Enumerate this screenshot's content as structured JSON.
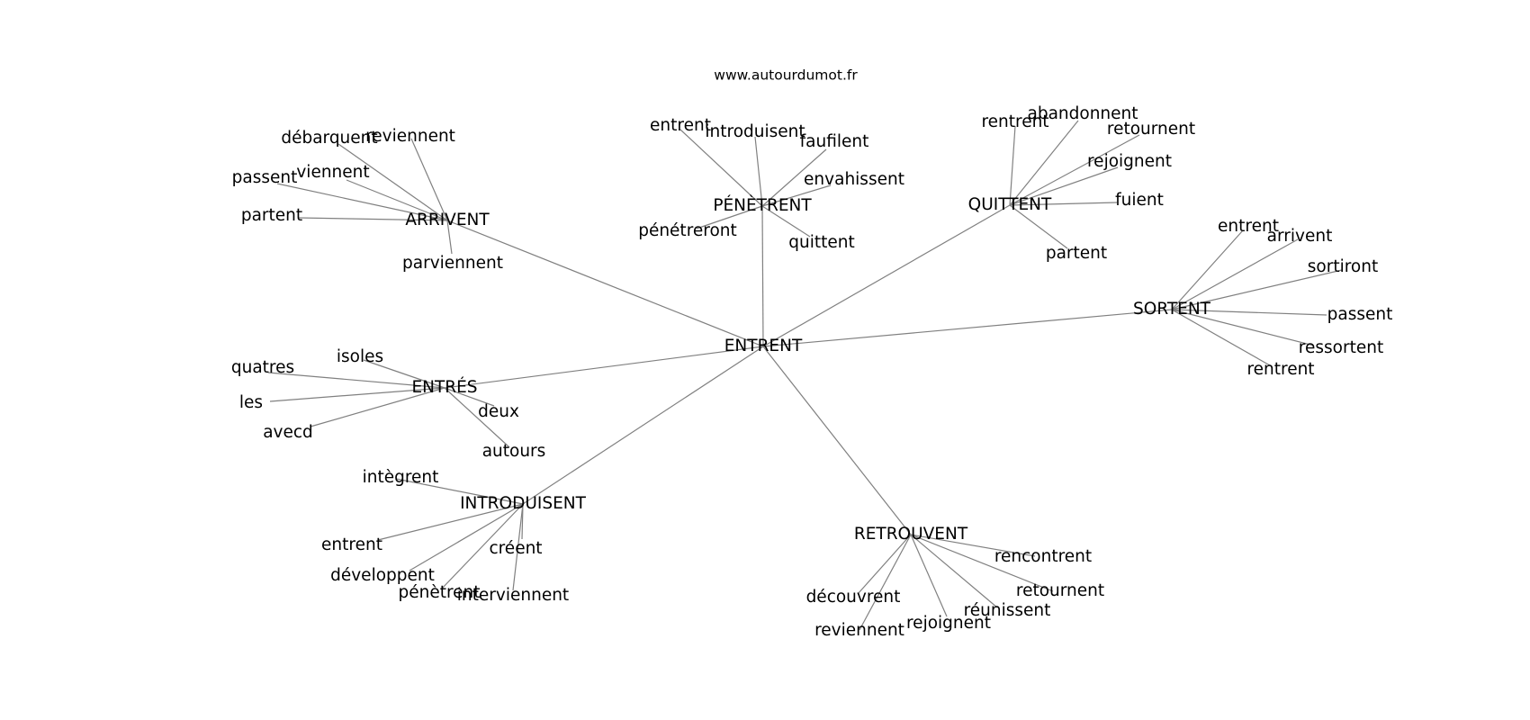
{
  "site": "www.autourdumot.fr",
  "edge_color": "#808080",
  "center": "ENTRENT",
  "hubs": [
    {
      "label": "ARRIVENT",
      "leaves": [
        "débarquent",
        "reviennent",
        "viennent",
        "passent",
        "partent",
        "parviennent"
      ]
    },
    {
      "label": "PÉNÈTRENT",
      "leaves": [
        "entrent",
        "introduisent",
        "faufilent",
        "envahissent",
        "pénétreront",
        "quittent"
      ]
    },
    {
      "label": "QUITTENT",
      "leaves": [
        "rentrent",
        "abandonnent",
        "retournent",
        "rejoignent",
        "fuient",
        "partent"
      ]
    },
    {
      "label": "SORTENT",
      "leaves": [
        "entrent",
        "arrivent",
        "sortiront",
        "passent",
        "ressortent",
        "rentrent"
      ]
    },
    {
      "label": "ENTRÉS",
      "leaves": [
        "isoles",
        "quatres",
        "les",
        "avecd",
        "deux",
        "autours"
      ]
    },
    {
      "label": "INTRODUISENT",
      "leaves": [
        "intègrent",
        "entrent",
        "développent",
        "pénètrent",
        "interviennent",
        "créent"
      ]
    },
    {
      "label": "RETROUVENT",
      "leaves": [
        "rencontrent",
        "retournent",
        "réunissent",
        "rejoignent",
        "reviennent",
        "découvrent"
      ]
    }
  ]
}
